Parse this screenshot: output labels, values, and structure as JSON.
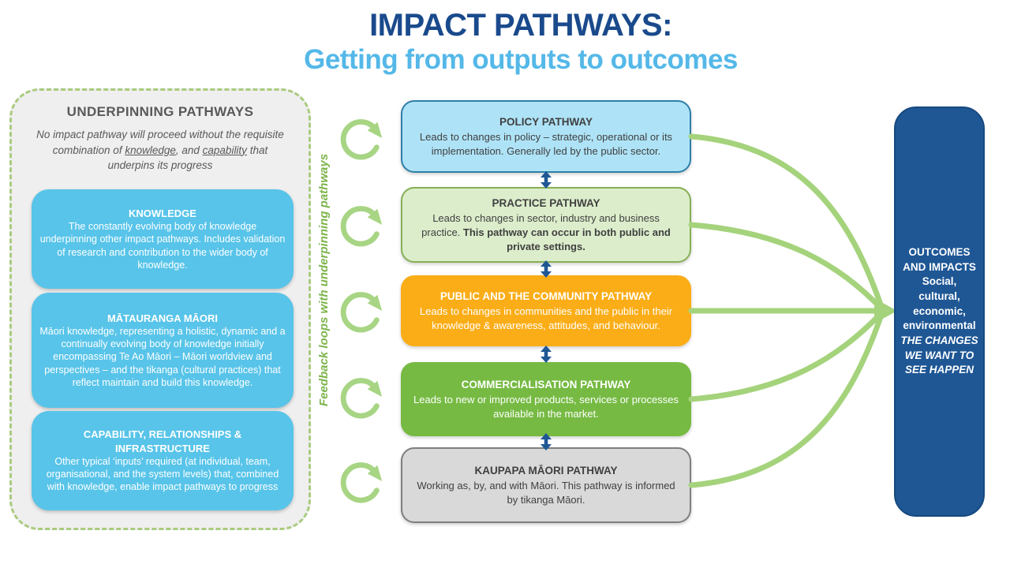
{
  "title": {
    "line1": "IMPACT PATHWAYS:",
    "line2": "Getting from outputs to outcomes"
  },
  "underpinning": {
    "heading": "UNDERPINNING PATHWAYS",
    "intro": {
      "pre": "No impact pathway will proceed without the requisite combination of ",
      "knowledge": "knowledge",
      "mid": ", and ",
      "capability": "capability",
      "post": " that underpins its progress"
    },
    "boxes": [
      {
        "title": "KNOWLEDGE",
        "body": "The constantly evolving body of knowledge underpinning other impact pathways. Includes validation of research and contribution to the wider body of knowledge."
      },
      {
        "title": "MĀTAURANGA MĀORI",
        "body": "Māori knowledge, representing a holistic, dynamic and a continually evolving body of knowledge initially encompassing Te Ao Māori – Māori worldview and perspectives – and the tikanga (cultural practices) that reflect maintain and build this knowledge."
      },
      {
        "title": "CAPABILITY, RELATIONSHIPS & INFRASTRUCTURE",
        "body": "Other typical ‘inputs’ required (at individual, team, organisational, and the system levels) that, combined with knowledge, enable impact pathways to progress"
      }
    ]
  },
  "feedback_label": "Feedback loops with underpinning pathways",
  "pathways": [
    {
      "title": "POLICY PATHWAY",
      "body": "Leads to changes in policy – strategic, operational or its implementation.  Generally led by the public sector.",
      "fill": "#AEE3F7",
      "border": "#2E7FA8",
      "text_color": "#404040"
    },
    {
      "title": "PRACTICE PATHWAY",
      "body": "Leads to changes in sector, industry and business practice. ",
      "body_bold": "This pathway can occur in both public and private settings.",
      "fill": "#DCEDCB",
      "border": "#85B054",
      "text_color": "#404040"
    },
    {
      "title": "PUBLIC AND THE COMMUNITY PATHWAY",
      "body": "Leads to changes in communities and the public in their knowledge & awareness, attitudes, and behaviour.",
      "fill": "#FBAD17",
      "border": "#FBAD17",
      "text_color": "#FFFFFF"
    },
    {
      "title": "COMMERCIALISATION PATHWAY",
      "body": "Leads to new or improved products, services or processes available in the market.",
      "fill": "#76BA43",
      "border": "#76BA43",
      "text_color": "#FFFFFF"
    },
    {
      "title": "KAUPAPA MĀORI PATHWAY",
      "body": "Working as, by, and with Māori. This pathway is informed by tikanga Māori.",
      "fill": "#D9D9D9",
      "border": "#7F7F7F",
      "text_color": "#404040"
    }
  ],
  "outcomes": {
    "title": "OUTCOMES AND IMPACTS",
    "subtitle": "Social, cultural, economic, environmental",
    "tagline": "THE CHANGES WE WANT TO SEE HAPPEN"
  },
  "colors": {
    "title_primary": "#1A4A8C",
    "title_secondary": "#54B8E8",
    "panel_bg": "#EFEFEF",
    "panel_border_green": "#A9CB7E",
    "underpinning_box_blue": "#58C4E9",
    "feedback_text_green": "#7CB44A",
    "arrow_green": "#A5D37C",
    "connector_blue": "#1F5795",
    "outcomes_blue": "#1F5795"
  }
}
